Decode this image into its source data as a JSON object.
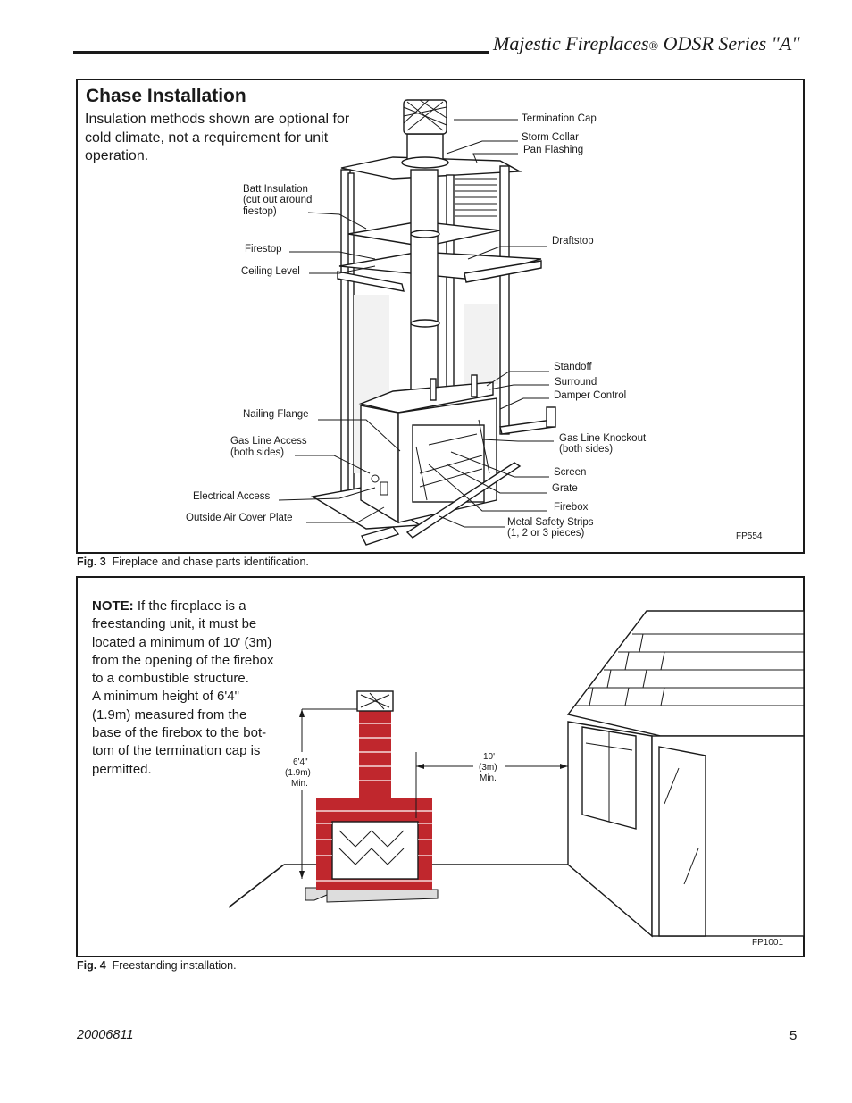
{
  "header": {
    "title_main": "Majestic Fireplaces",
    "title_reg": "®",
    "title_tail": " ODSR Series \"A\""
  },
  "section": {
    "title": "Chase Installation",
    "intro": "Insulation methods shown are optional for cold climate, not a requirement for unit operation."
  },
  "figure3": {
    "labels": {
      "termination_cap": "Termination Cap",
      "storm_collar": "Storm Collar",
      "pan_flashing": "Pan Flashing",
      "batt_insulation_1": "Batt Insulation",
      "batt_insulation_2": "(cut out around",
      "batt_insulation_3": "fiestop)",
      "firestop": "Firestop",
      "draftstop": "Draftstop",
      "ceiling_level": "Ceiling Level",
      "standoff": "Standoff",
      "surround": "Surround",
      "damper_control": "Damper Control",
      "nailing_flange": "Nailing Flange",
      "gas_line_knockout_1": "Gas Line Knockout",
      "gas_line_knockout_2": "(both sides)",
      "gas_line_access_1": "Gas Line Access",
      "gas_line_access_2": "(both sides)",
      "screen": "Screen",
      "grate": "Grate",
      "electrical_access": "Electrical Access",
      "firebox": "Firebox",
      "outside_air_cover_plate": "Outside Air Cover Plate",
      "metal_safety_strips_1": "Metal Safety Strips",
      "metal_safety_strips_2": "(1, 2 or 3 pieces)",
      "code": "FP554"
    },
    "caption_fig": "Fig. 3",
    "caption_text": "Fireplace and chase parts identification."
  },
  "figure4": {
    "note_label": "NOTE:",
    "note_text": " If the fireplace is a freestanding unit, it must be located a minimum of 10' (3m) from the opening of the firebox to a combustible structure.",
    "note_text2": "A minimum height of 6'4\" (1.9m) measured from the base of the firebox to the bot-tom of the termination cap is permitted.",
    "height_dim_1": "6'4\"",
    "height_dim_2": "(1.9m)",
    "height_dim_3": "Min.",
    "distance_dim_1": "10'",
    "distance_dim_2": "(3m)",
    "distance_dim_3": "Min.",
    "code": "FP1001",
    "caption_fig": "Fig. 4",
    "caption_text": "Freestanding installation."
  },
  "footer": {
    "doc_number": "20006811",
    "page_number": "5"
  },
  "colors": {
    "brick": "#c0272d",
    "ink": "#1a1a1a"
  }
}
